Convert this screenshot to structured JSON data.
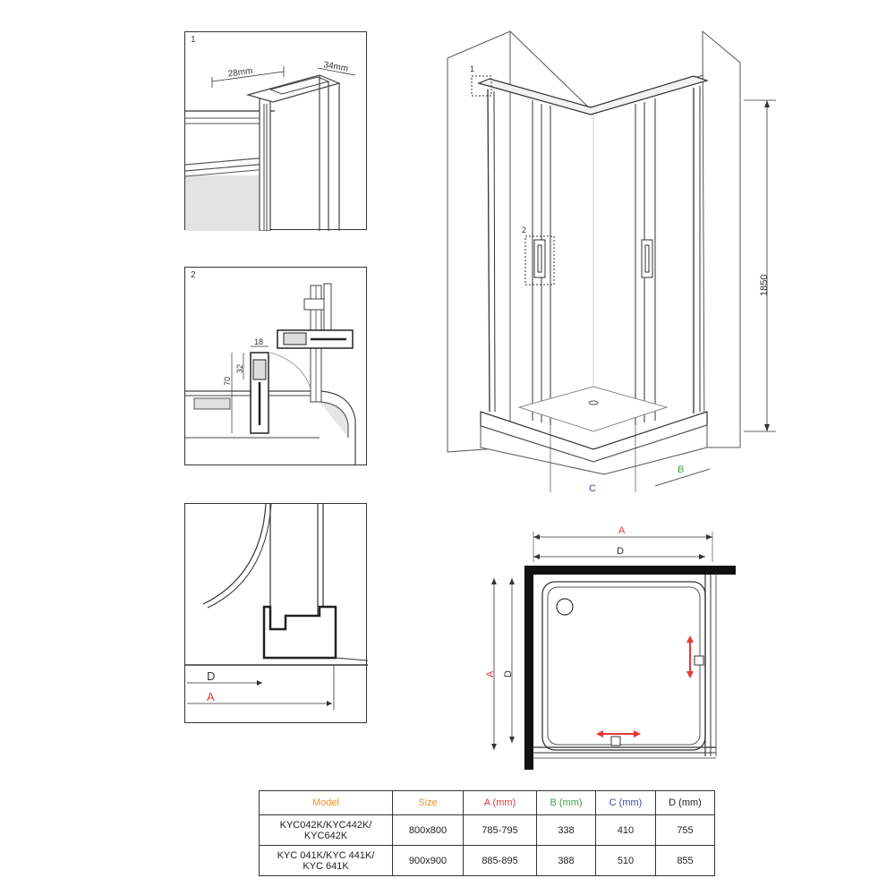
{
  "detail1": {
    "number": "1",
    "dim_inner": "28mm",
    "dim_outer": "34mm"
  },
  "detail2": {
    "number": "2",
    "dim_18": "18",
    "dim_32": "32",
    "dim_70": "70"
  },
  "detail3": {
    "label_d": "D",
    "label_a": "A"
  },
  "main": {
    "height": "1850",
    "label_b": "B",
    "label_c": "C",
    "callout_1": "1",
    "callout_2": "2"
  },
  "plan": {
    "label_a_top": "A",
    "label_d_top": "D",
    "label_a_side": "A",
    "label_d_side": "D"
  },
  "table": {
    "headers": {
      "model": "Model",
      "size": "Size",
      "a": "A (mm)",
      "b": "B (mm)",
      "c": "C (mm)",
      "d": "D (mm)"
    },
    "rows": [
      {
        "model": "KYC042K/KYC442K/\nKYC642K",
        "size": "800x800",
        "a": "785-795",
        "b": "338",
        "c": "410",
        "d": "755"
      },
      {
        "model": "KYC 041K/KYC 441K/\nKYC 641K",
        "size": "900x900",
        "a": "885-895",
        "b": "388",
        "c": "510",
        "d": "855"
      }
    ]
  },
  "colors": {
    "a": "#e53935",
    "b": "#43a047",
    "c": "#3949ab",
    "size": "#f28c28",
    "arrow": "#e53935"
  }
}
